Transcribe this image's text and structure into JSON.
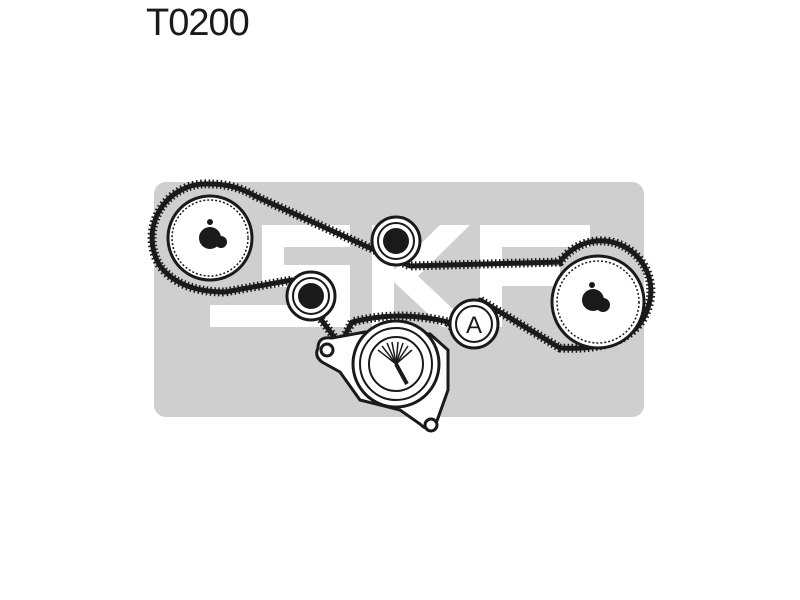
{
  "part_code": "T0200",
  "idler_marker": "A",
  "colors": {
    "belt": "#1a1a1a",
    "logo_bg": "#cfcfcf",
    "logo_letters": "#ffffff",
    "outline": "#1a1a1a",
    "fill": "#ffffff"
  },
  "components": [
    "crankshaft-left-sprocket",
    "camshaft-right-sprocket",
    "upper-idler-pulley",
    "lower-idler-pulley",
    "idler-pulley-a",
    "belt-tensioner"
  ]
}
